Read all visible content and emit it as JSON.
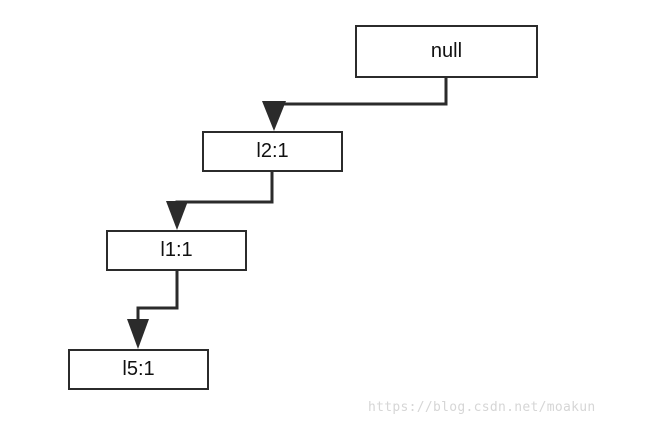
{
  "diagram": {
    "nodes": [
      {
        "id": "null",
        "label": "null"
      },
      {
        "id": "l2",
        "label": "l2:1"
      },
      {
        "id": "l1",
        "label": "l1:1"
      },
      {
        "id": "l5",
        "label": "l5:1"
      }
    ],
    "edges": [
      {
        "from": "null",
        "to": "l2"
      },
      {
        "from": "l2",
        "to": "l1"
      },
      {
        "from": "l1",
        "to": "l5"
      }
    ],
    "colors": {
      "stroke": "#2b2b2b",
      "text": "#111111",
      "watermark": "#d6d6d6"
    }
  },
  "watermark": "https://blog.csdn.net/moakun"
}
